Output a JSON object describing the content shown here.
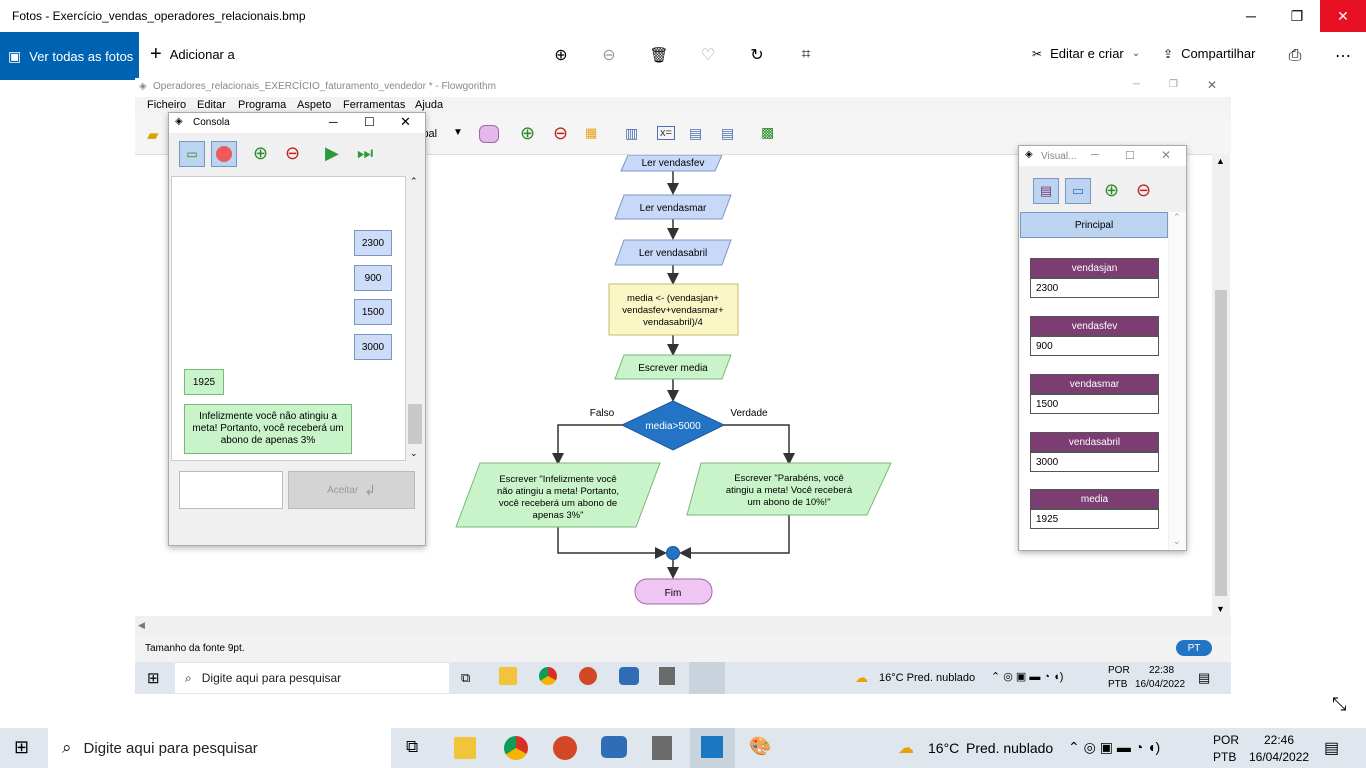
{
  "photos": {
    "title": "Fotos - Exercício_vendas_operadores_relacionais.bmp",
    "ver_todas": "Ver todas as fotos",
    "adicionar": "Adicionar a",
    "editar_criar": "Editar e criar",
    "compartilhar": "Compartilhar"
  },
  "flowgorithm": {
    "title": "Operadores_relacionais_EXERCÍCIO_faturamento_vendedor * - Flowgorithm",
    "menu": [
      "Ficheiro",
      "Editar",
      "Programa",
      "Aspeto",
      "Ferramentas",
      "Ajuda"
    ],
    "function_select": "ipal",
    "status": "Tamanho da fonte 9pt.",
    "lang_badge": "PT"
  },
  "flowchart": {
    "nodes": {
      "ler_fev": "Ler vendasfev",
      "ler_mar": "Ler vendasmar",
      "ler_abril": "Ler vendasabril",
      "media_l1": "media <- (vendasjan+",
      "media_l2": "vendasfev+vendasmar+",
      "media_l3": "vendasabril)/4",
      "escrever_media": "Escrever media",
      "cond": "media>5000",
      "falso": "Falso",
      "verdade": "Verdade",
      "out_false_l1": "Escrever \"Infelizmente você",
      "out_false_l2": "não atingiu a meta! Portanto,",
      "out_false_l3": "você receberá um abono de",
      "out_false_l4": "apenas 3%\"",
      "out_true_l1": "Escrever \"Parabéns, você",
      "out_true_l2": "atingiu a meta! Você receberá",
      "out_true_l3": "um abono de 10%!\"",
      "fim": "Fim"
    }
  },
  "consola": {
    "title": "Consola",
    "inputs": [
      "2300",
      "900",
      "1500",
      "3000"
    ],
    "output_media": "1925",
    "output_msg": "Infelizmente você não atingiu a meta! Portanto, você receberá um abono de apenas 3%",
    "accept_label": "Aceitar"
  },
  "visual": {
    "title": "Visual...",
    "scope": "Principal",
    "variables": [
      {
        "name": "vendasjan",
        "value": "2300"
      },
      {
        "name": "vendasfev",
        "value": "900"
      },
      {
        "name": "vendasmar",
        "value": "1500"
      },
      {
        "name": "vendasabril",
        "value": "3000"
      },
      {
        "name": "media",
        "value": "1925"
      }
    ]
  },
  "inner_taskbar": {
    "search": "Digite aqui para pesquisar",
    "weather": "16°C  Pred. nublado",
    "lang1": "POR",
    "lang2": "PTB",
    "time": "22:38",
    "date": "16/04/2022"
  },
  "taskbar": {
    "search": "Digite aqui para pesquisar",
    "weather_temp": "16°C",
    "weather_desc": "Pred. nublado",
    "lang1": "POR",
    "lang2": "PTB",
    "time": "22:46",
    "date": "16/04/2022"
  }
}
